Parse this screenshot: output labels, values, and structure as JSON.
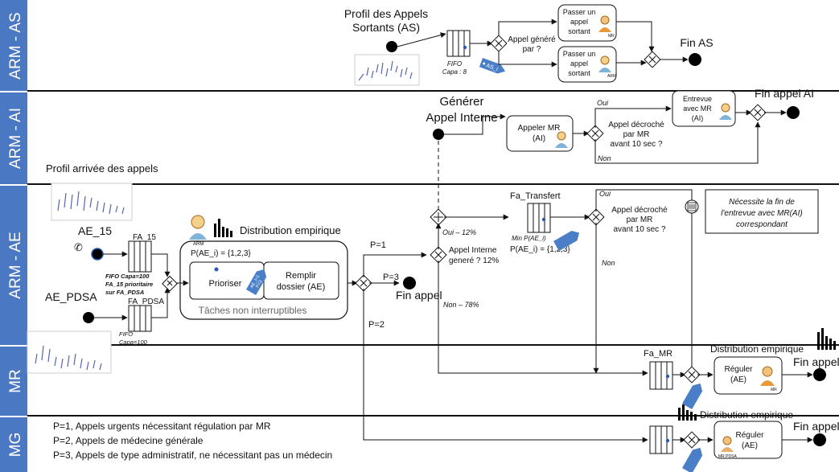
{
  "lanes": [
    {
      "id": "as",
      "label": "ARM - AS"
    },
    {
      "id": "ai",
      "label": "ARM - AI"
    },
    {
      "id": "ae",
      "label": "ARM - AE"
    },
    {
      "id": "mr",
      "label": "MR"
    },
    {
      "id": "mg",
      "label": "MG"
    }
  ],
  "as": {
    "profil_line1": "Profil des Appels",
    "profil_line2": "Sortants (AS)",
    "fifo_label": "FIFO",
    "fifo_capa": "Capa : 8",
    "gateway_line1": "Appel généré",
    "gateway_line2": "par ?",
    "tag": "AS_i",
    "task_mr_line1": "Passer un",
    "task_mr_line2": "appel",
    "task_mr_line3": "sortant",
    "task_arm_line1": "Passer un",
    "task_arm_line2": "appel",
    "task_arm_line3": "sortant",
    "end": "Fin AS",
    "icon_mr": "MR",
    "icon_arm": "ARM"
  },
  "ai": {
    "gen_line1": "Générer",
    "gen_line2": "Appel Interne",
    "task_line1": "Appeler MR",
    "task_line2": "(AI)",
    "gw_line1": "Appel décroché",
    "gw_line2": "par MR",
    "gw_line3": "avant 10 sec ?",
    "oui": "Oui",
    "non": "Non",
    "entrevue_line1": "Entrevue",
    "entrevue_line2": "avec MR",
    "entrevue_line3": "(AI)",
    "end": "Fin appel AI",
    "profil_arrivee": "Profil arrivée des appels"
  },
  "ae": {
    "ae15": "AE_15",
    "ae_pdsa": "AE_PDSA",
    "fa15": "FA_15",
    "fa_pdsa": "FA_PDSA",
    "fa15_note1": "FIFO Capa=100",
    "fa15_note2": "FA_15 prioritaire",
    "fa15_note3": "sur FA_PDSA",
    "fa_pdsa_note1": "FIFO",
    "fa_pdsa_note2": "Capa=100",
    "arm": "ARM",
    "distrib": "Distribution empirique",
    "p_ae": "P(AE_i) = {1,2,3}",
    "task1": "Prioriser",
    "task2_line1": "Remplir",
    "task2_line2": "dossier (AE)",
    "group_label": "Tâches non interruptibles",
    "tag": "AE_i=1",
    "tag2": "P=3",
    "p1": "P=1",
    "p2": "P=2",
    "p3": "P=3",
    "fin_appel": "Fin appel",
    "gw_ai_line1": "Appel Interne",
    "gw_ai_line2": "generé ? 12%",
    "oui12": "Oui – 12%",
    "non78": "Non – 78%",
    "fa_transfert": "Fa_Transfert",
    "min_p": "Min P(AE_i)",
    "p_ae2": "P(AE_i) = {1,2,3}",
    "gw2_line1": "Appel décroché",
    "gw2_line2": "par MR",
    "gw2_line3": "avant 10 sec ?",
    "oui": "Oui",
    "non": "Non",
    "note_line1": "Nécessite la fin de",
    "note_line2": "l'entrevue avec MR(AI)",
    "note_line3": "correspondant"
  },
  "mr": {
    "fa_mr": "Fa_MR",
    "distrib": "Distribution empirique",
    "task_line1": "Réguler",
    "task_line2": "(AE)",
    "end": "Fin appel",
    "icon": "MR"
  },
  "mg": {
    "distrib": "Distribution empirique",
    "task_line1": "Réguler",
    "task_line2": "(AE)",
    "end": "Fin appel",
    "icon": "MR PDSA",
    "legend1": "P=1, Appels urgents nécessitant régulation par MR",
    "legend2": "P=2, Appels de médecine générale",
    "legend3": "P=3, Appels de type administratif, ne nécessitant pas un médecin"
  },
  "colors": {
    "lane_bg": "#4a78c2",
    "tag_blue": "#4a7fc8",
    "line": "#111111"
  }
}
